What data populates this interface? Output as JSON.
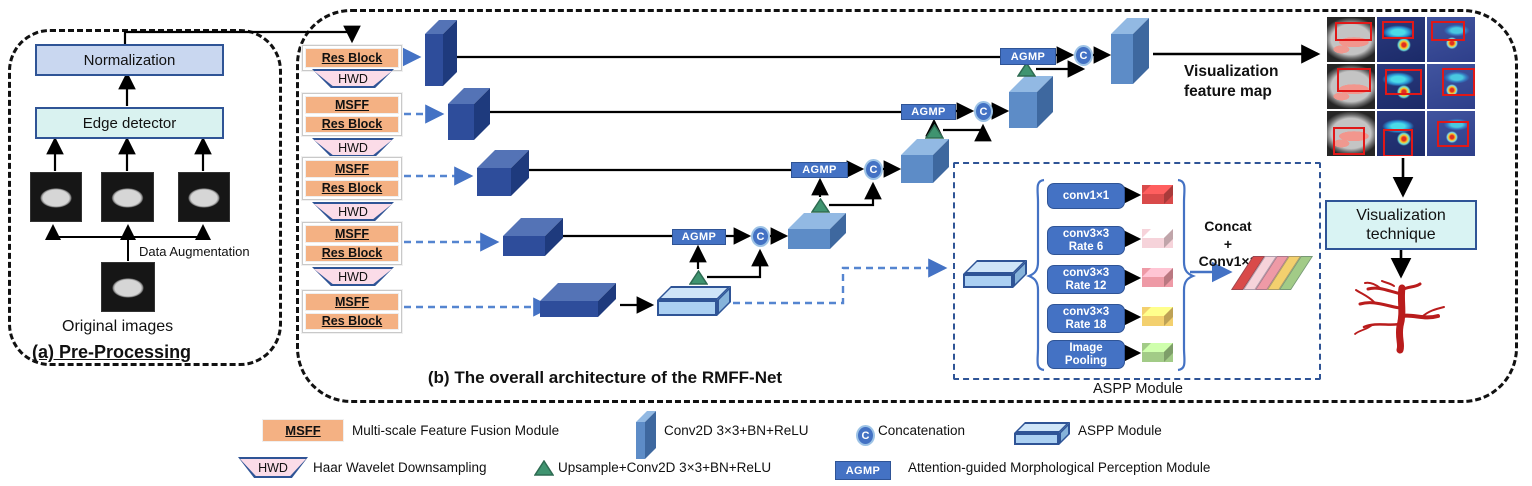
{
  "panel_a": {
    "title": "(a) Pre-Processing",
    "normalization": "Normalization",
    "edge_detector": "Edge detector",
    "data_augmentation": "Data Augmentation",
    "original_images_caption": "Original images"
  },
  "panel_b": {
    "title": "(b) The overall architecture of the RMFF-Net",
    "encoder_groups": [
      {
        "blocks": [
          "Res Block"
        ],
        "hwd": "HWD"
      },
      {
        "blocks": [
          "MSFF",
          "Res Block"
        ],
        "hwd": "HWD"
      },
      {
        "blocks": [
          "MSFF",
          "Res Block"
        ],
        "hwd": "HWD"
      },
      {
        "blocks": [
          "MSFF",
          "Res Block"
        ],
        "hwd": "HWD"
      },
      {
        "blocks": [
          "MSFF",
          "Res Block"
        ]
      }
    ],
    "agmp": "AGMP",
    "concat": "C",
    "viz_feature_map": {
      "line1": "Visualization",
      "line2": "feature map"
    },
    "viz_technique": {
      "line1": "Visualization",
      "line2": "technique"
    }
  },
  "aspp": {
    "caption": "ASPP Module",
    "branches": [
      {
        "line1": "conv1×1",
        "line2": "",
        "color": "#d94a4a"
      },
      {
        "line1": "conv3×3",
        "line2": "Rate 6",
        "color": "#f6d3da"
      },
      {
        "line1": "conv3×3",
        "line2": "Rate 12",
        "color": "#ee9aa6"
      },
      {
        "line1": "conv3×3",
        "line2": "Rate 18",
        "color": "#f3d06e"
      },
      {
        "line1": "Image",
        "line2": "Pooling",
        "color": "#a2cb87"
      }
    ],
    "concat_line1": "Concat",
    "concat_line2": "+",
    "concat_line3": "Conv1×1"
  },
  "legend": {
    "msff_chip": "MSFF",
    "msff_text": "Multi-scale Feature Fusion Module",
    "conv_text": "Conv2D 3×3+BN+ReLU",
    "concat_chip": "C",
    "concat_text": "Concatenation",
    "aspp_text": "ASPP Module",
    "hwd_chip": "HWD",
    "hwd_text": "Haar Wavelet Downsampling",
    "upsample_text": "Upsample+Conv2D 3×3+BN+ReLU",
    "agmp_chip": "AGMP",
    "agmp_text": "Attention-guided Morphological Perception Module"
  },
  "colors": {
    "msff_orange": "#f4b183",
    "hwd_pink": "#fbdce8",
    "module_blue": "#4472c4",
    "border_blue": "#2f5496",
    "upsample_green": "#3f9470",
    "norm_box": "#c9d7f0",
    "edge_box": "#d9f2f0"
  }
}
